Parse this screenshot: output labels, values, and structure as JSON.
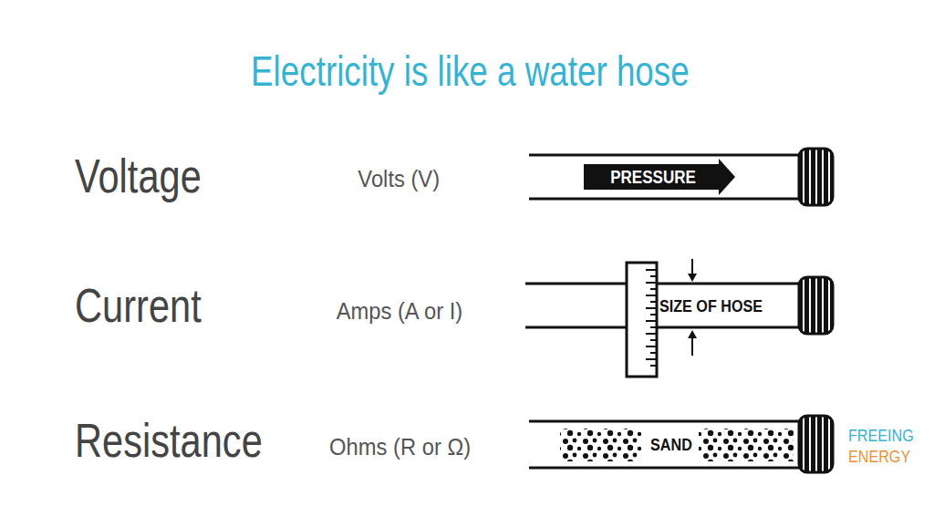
{
  "diagram": {
    "title": "Electricity is like a water hose",
    "nodes": [
      {
        "text": [
          "PRESSURE"
        ]
      },
      {
        "text": [
          "SIZE OF HOSE"
        ]
      },
      {
        "text": [
          "SAND"
        ]
      }
    ],
    "labels": [
      "Voltage",
      "Volts (V)",
      "Current",
      "Amps (A or I)",
      "Resistance",
      "Ohms (R or Ω)",
      "FREEING",
      "ENERGY"
    ]
  }
}
